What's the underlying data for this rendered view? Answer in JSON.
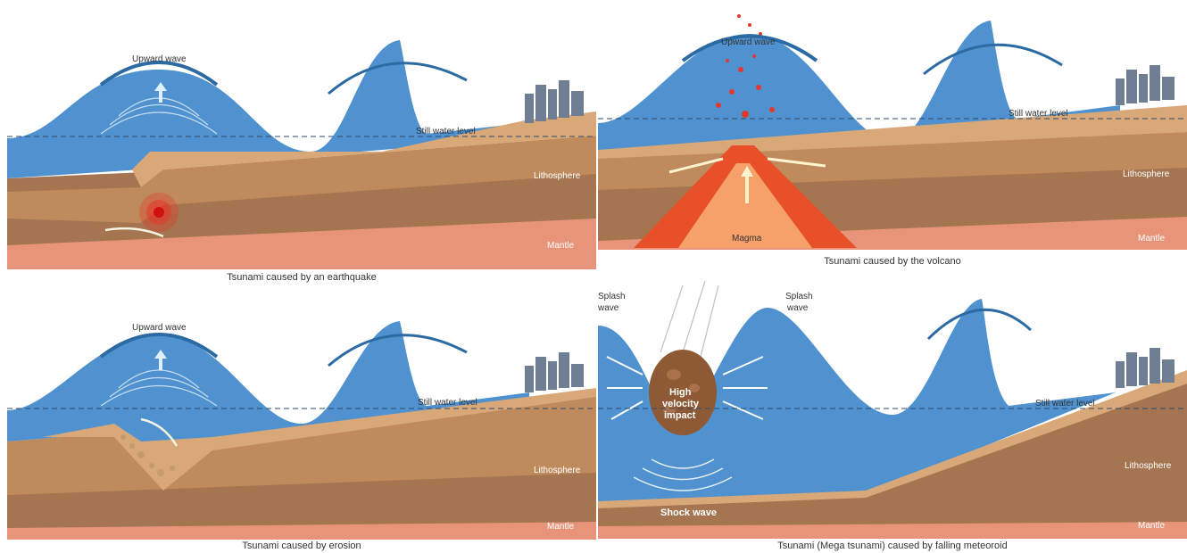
{
  "panels": [
    {
      "caption": "Tsunami caused by an earthquake",
      "upward_wave": "Upward wave",
      "still_water": "Still water level",
      "lithosphere": "Lithosphere",
      "mantle": "Mantle"
    },
    {
      "caption": "Tsunami caused by the volcano",
      "upward_wave": "Upward wave",
      "still_water": "Still water level",
      "lithosphere": "Lithosphere",
      "mantle": "Mantle",
      "magma": "Magma"
    },
    {
      "caption": "Tsunami caused by erosion",
      "upward_wave": "Upward wave",
      "still_water": "Still water level",
      "lithosphere": "Lithosphere",
      "mantle": "Mantle"
    },
    {
      "caption": "Tsunami (Mega tsunami) caused by falling meteoroid",
      "splash_left": [
        "Splash",
        "wave"
      ],
      "splash_right": [
        "Splash",
        "wave"
      ],
      "impact": [
        "High",
        "velocity",
        "impact"
      ],
      "shock_wave": "Shock wave",
      "still_water": "Still water level",
      "lithosphere": "Lithosphere",
      "mantle": "Mantle"
    }
  ],
  "colors": {
    "water": "#4f92cf",
    "sand": "#d9a878",
    "litho_dark": "#a47550",
    "litho_mid": "#bf8b5d",
    "mantle": "#e8947a",
    "magma": "#e8502a",
    "city": "#6f7e93",
    "arrow": "#2b6aa3"
  }
}
